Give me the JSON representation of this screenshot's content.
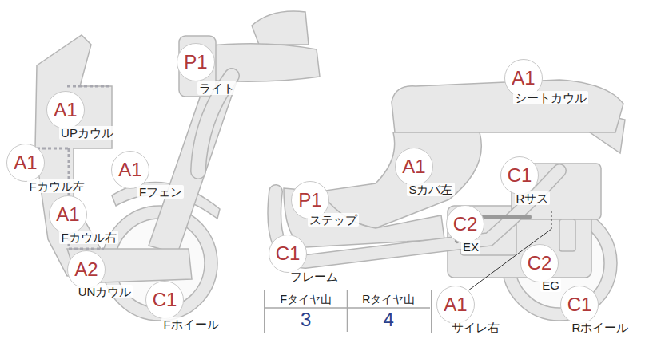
{
  "diagram": {
    "nodes": [
      {
        "text": [
          "P1",
          "ライト"
        ]
      },
      {
        "text": [
          "A1",
          "シートカウル"
        ]
      },
      {
        "text": [
          "A1",
          "UPカウル"
        ]
      },
      {
        "text": [
          "A1",
          "Fカウル左"
        ]
      },
      {
        "text": [
          "A1",
          "Fフェン"
        ]
      },
      {
        "text": [
          "A1",
          "Sカバ左"
        ]
      },
      {
        "text": [
          "C1",
          "Rサス"
        ]
      },
      {
        "text": [
          "P1",
          "ステップ"
        ]
      },
      {
        "text": [
          "A1",
          "Fカウル右"
        ]
      },
      {
        "text": [
          "C2",
          "EX"
        ]
      },
      {
        "text": [
          "C1",
          "フレーム"
        ]
      },
      {
        "text": [
          "A2",
          "UNカウル"
        ]
      },
      {
        "text": [
          "C2",
          "EG"
        ]
      },
      {
        "text": [
          "C1",
          "Fホイール"
        ]
      },
      {
        "text": [
          "A1",
          "サイレ右"
        ]
      },
      {
        "text": [
          "C1",
          "Rホイール"
        ]
      }
    ],
    "labels": [
      "Fタイヤ山",
      "Rタイヤ山",
      "3",
      "4"
    ]
  }
}
